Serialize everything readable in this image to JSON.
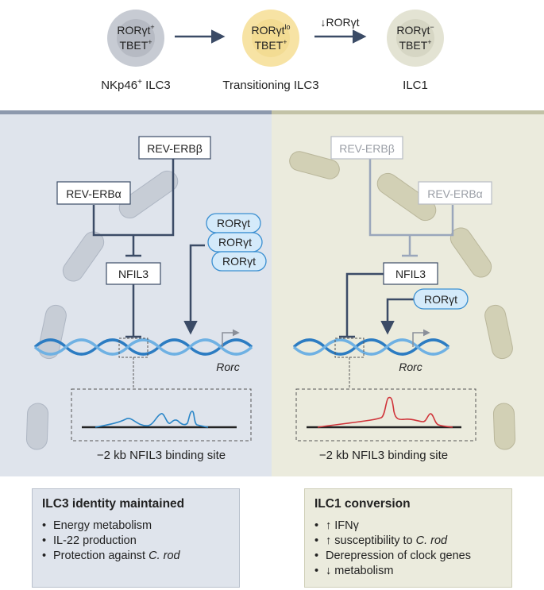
{
  "top": {
    "cells": [
      {
        "line1": "RORγt",
        "sup1": "+",
        "line2": "TBET",
        "sup2": "+",
        "name": "NKp46",
        "name_sup": "+",
        "name_rest": " ILC3",
        "fill": "#c7cbd3"
      },
      {
        "line1": "RORγt",
        "sup1": "lo",
        "line2": "TBET",
        "sup2": "+",
        "name": "Transitioning ILC3",
        "name_sup": "",
        "name_rest": "",
        "fill": "#f7e3a4"
      },
      {
        "line1": "RORγt",
        "sup1": "−",
        "line2": "TBET",
        "sup2": "+",
        "name": "ILC1",
        "name_sup": "",
        "name_rest": "",
        "fill": "#e3e3d3"
      }
    ],
    "arrow2_label": "↓RORγt"
  },
  "left_panel": {
    "rev_erb_beta": "REV-ERBβ",
    "rev_erb_alpha": "REV-ERBα",
    "nfil3": "NFIL3",
    "ror": [
      "RORγt",
      "RORγt",
      "RORγt"
    ],
    "gene": "Rorc",
    "binding_site": "−2 kb NFIL3 binding site",
    "box_title": "ILC3 identity maintained",
    "items": [
      {
        "text": "Energy metabolism",
        "italic": ""
      },
      {
        "text": "IL-22 production",
        "italic": ""
      },
      {
        "text": "Protection against ",
        "italic": "C. rod"
      }
    ]
  },
  "right_panel": {
    "rev_erb_beta": "REV-ERBβ",
    "rev_erb_alpha": "REV-ERBα",
    "nfil3": "NFIL3",
    "ror": [
      "RORγt"
    ],
    "gene": "Rorc",
    "binding_site": "−2 kb NFIL3 binding site",
    "box_title": "ILC1 conversion",
    "items": [
      {
        "text": "↑ IFNγ",
        "italic": ""
      },
      {
        "text": "↑ susceptibility to ",
        "italic": "C. rod"
      },
      {
        "text": "Derepression of clock genes",
        "italic": ""
      },
      {
        "text": "↓ metabolism",
        "italic": ""
      }
    ]
  },
  "colors": {
    "dark_line": "#3b4b66",
    "faded_line": "#9aa6bb",
    "dna": "#3a8fd1",
    "peak_left": "#2a86c8",
    "peak_right": "#d0343a"
  }
}
